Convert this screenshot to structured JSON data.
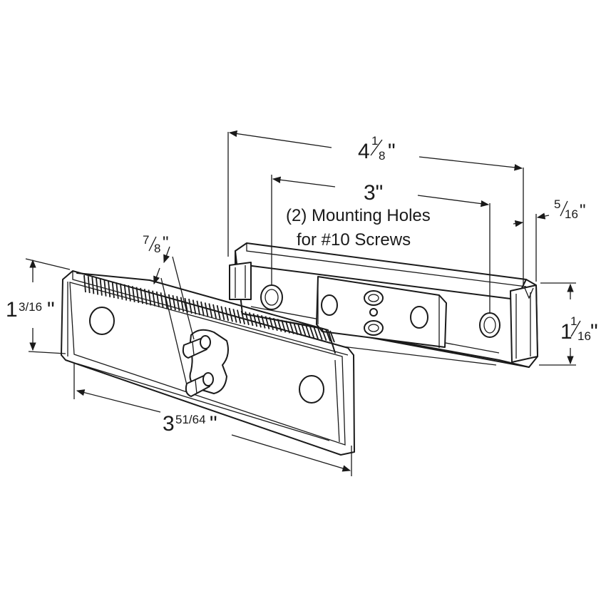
{
  "dimensions": {
    "overall_length": "4⅛\"",
    "hole_spacing": "3\"",
    "flange_depth": "5/16\"",
    "base_height": "1¹⁄₁₆\"",
    "lens_height": "1³⁄₁₆\"",
    "lens_length": "3⁵¹⁄₆₄\"",
    "terminal_spacing": "7/8\""
  },
  "note": {
    "line1": "(2) Mounting Holes",
    "line2": "for #10 Screws"
  },
  "dim_parts": {
    "overall_whole": "4",
    "overall_num": "1",
    "overall_den": "8",
    "overall_unit": "\"",
    "hole": "3\"",
    "flange_num": "5",
    "flange_den": "16",
    "flange_unit": "\"",
    "base_whole": "1",
    "base_num": "1",
    "base_den": "16",
    "base_unit": "\"",
    "lens_h_whole": "1",
    "lens_h_frac": "3/16",
    "lens_h_unit": "\"",
    "lens_l_whole": "3",
    "lens_l_frac": "51/64",
    "lens_l_unit": "\"",
    "term_num": "7",
    "term_den": "8",
    "term_unit": "\""
  }
}
